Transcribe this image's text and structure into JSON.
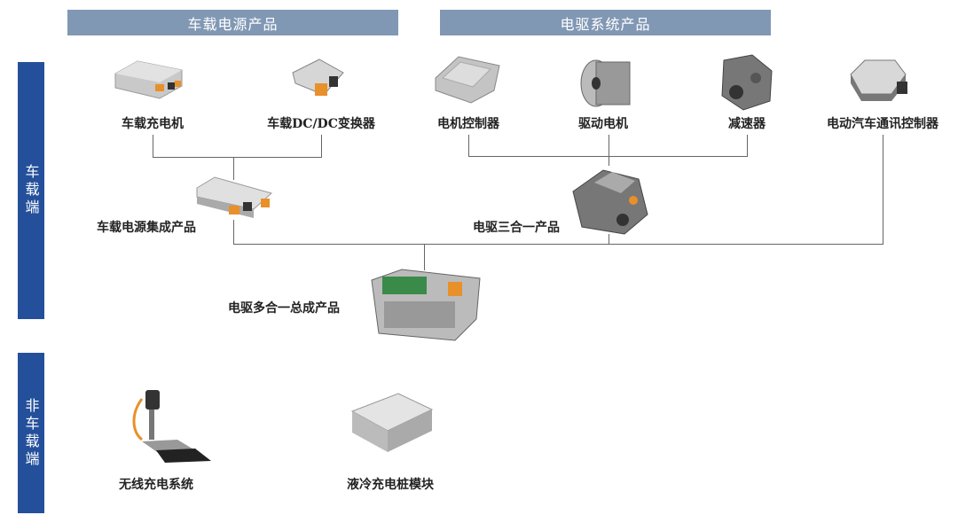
{
  "headers": {
    "power": "车载电源产品",
    "drive": "电驱系统产品"
  },
  "side": {
    "onboard": "车载端",
    "offboard": "非车载端"
  },
  "products": {
    "obc": "车载充电机",
    "dcdc": "车载DC/DC变换器",
    "motor_controller": "电机控制器",
    "drive_motor": "驱动电机",
    "reducer": "减速器",
    "comm_controller": "电动汽车通讯控制器",
    "power_integrated": "车载电源集成产品",
    "drive_3in1": "电驱三合一产品",
    "drive_multi": "电驱多合一总成产品",
    "wireless": "无线充电系统",
    "liquid_module": "液冷充电桩模块"
  },
  "colors": {
    "header": "#8198b4",
    "side": "#24509b",
    "connector": "#e8902a"
  }
}
